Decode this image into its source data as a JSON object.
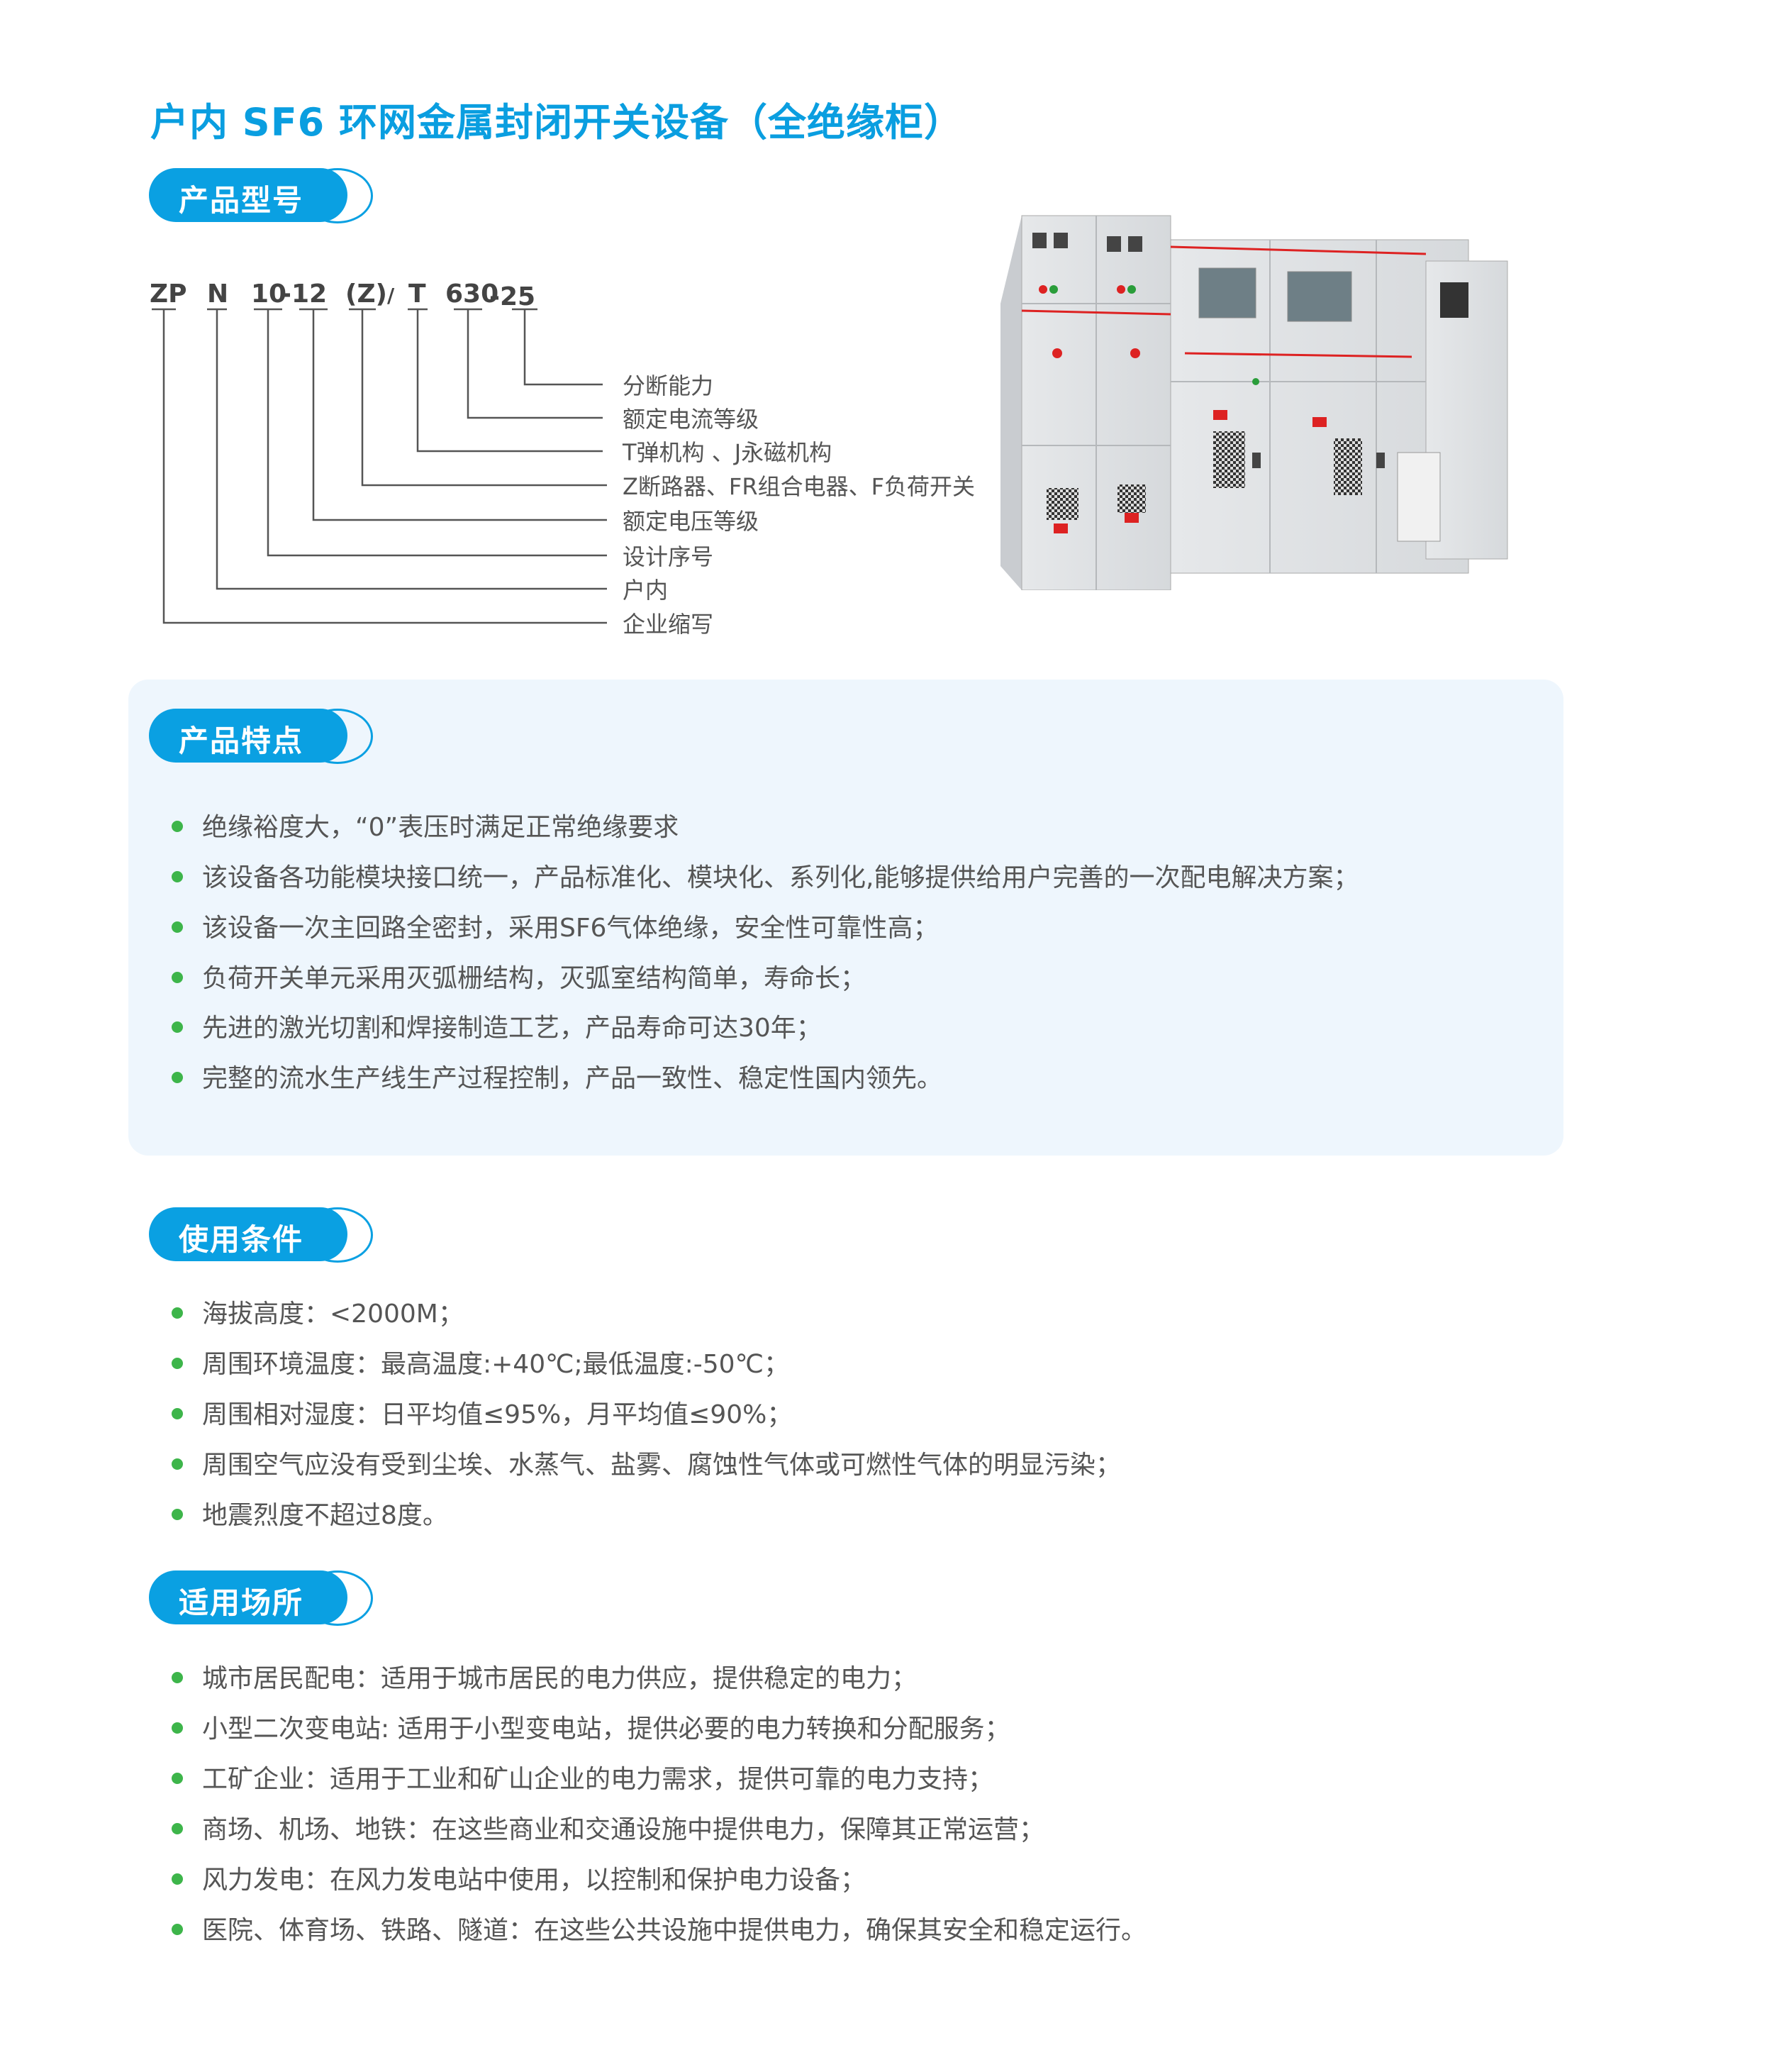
{
  "title": "户内 SF6 环网金属封闭开关设备（全绝缘柜）",
  "colors": {
    "accent": "#0aa0e2",
    "bullet": "#3db54a",
    "panel": "#eef6fd"
  },
  "model": {
    "heading": "产品型号",
    "code_parts": [
      "ZP",
      "N",
      "10",
      "-12",
      "(Z)",
      "/",
      "T",
      "630",
      "-25"
    ],
    "descriptions": [
      "分断能力",
      "额定电流等级",
      "T弹机构 、J永磁机构",
      "Z断路器、FR组合电器、F负荷开关",
      "额定电压等级",
      "设计序号",
      "户内",
      "企业缩写"
    ]
  },
  "features": {
    "heading": "产品特点",
    "items": [
      "绝缘裕度大，“0”表压时满足正常绝缘要求",
      "该设备各功能模块接口统一，产品标准化、模块化、系列化,能够提供给用户完善的一次配电解决方案；",
      "该设备一次主回路全密封，采用SF6气体绝缘，安全性可靠性高；",
      "负荷开关单元采用灭弧栅结构，灭弧室结构简单，寿命长；",
      "先进的激光切割和焊接制造工艺，产品寿命可达30年；",
      "完整的流水生产线生产过程控制，产品一致性、稳定性国内领先。"
    ]
  },
  "conditions": {
    "heading": "使用条件",
    "items": [
      "海拔高度：<2000M；",
      "周围环境温度：最高温度:+40℃;最低温度:-50℃；",
      "周围相对湿度：日平均值≤95%，月平均值≤90%；",
      "周围空气应没有受到尘埃、水蒸气、盐雾、腐蚀性气体或可燃性气体的明显污染；",
      "地震烈度不超过8度。"
    ]
  },
  "applications": {
    "heading": "适用场所",
    "items": [
      "城市居民配电：适用于城市居民的电力供应，提供稳定的电力；",
      "小型二次变电站: 适用于小型变电站，提供必要的电力转换和分配服务；",
      "工矿企业：适用于工业和矿山企业的电力需求，提供可靠的电力支持；",
      "商场、机场、地铁：在这些商业和交通设施中提供电力，保障其正常运营；",
      "风力发电：在风力发电站中使用，以控制和保护电力设备；",
      "医院、体育场、铁路、隧道：在这些公共设施中提供电力，确保其安全和稳定运行。"
    ]
  }
}
